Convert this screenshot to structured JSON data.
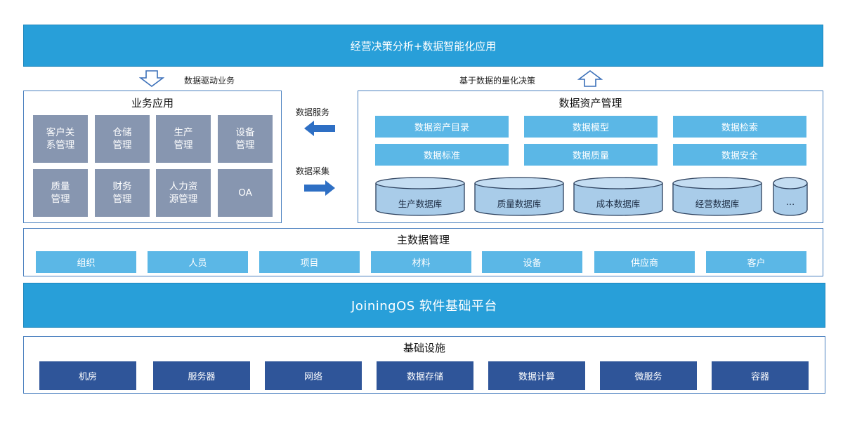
{
  "top_banner": "经营决策分析+数据智能化应用",
  "captions": {
    "data_driven": "数据驱动业务",
    "quant_decision": "基于数据的量化决策",
    "data_service": "数据服务",
    "data_collect": "数据采集"
  },
  "business_apps": {
    "title": "业务应用",
    "tiles": [
      "客户关\n系管理",
      "仓储\n管理",
      "生产\n管理",
      "设备\n管理",
      "质量\n管理",
      "财务\n管理",
      "人力资\n源管理",
      "OA"
    ]
  },
  "data_asset": {
    "title": "数据资产管理",
    "row1": [
      "数据资产目录",
      "数据模型",
      "数据检索"
    ],
    "row2": [
      "数据标准",
      "数据质量",
      "数据安全"
    ],
    "databases": [
      "生产数据库",
      "质量数据库",
      "成本数据库",
      "经营数据库",
      "…"
    ]
  },
  "master_data": {
    "title": "主数据管理",
    "items": [
      "组织",
      "人员",
      "项目",
      "材料",
      "设备",
      "供应商",
      "客户"
    ]
  },
  "platform_banner": "JoiningOS 软件基础平台",
  "infrastructure": {
    "title": "基础设施",
    "items": [
      "机房",
      "服务器",
      "网络",
      "数据存储",
      "数据计算",
      "微服务",
      "容器"
    ]
  },
  "colors": {
    "banner": "#289fd9",
    "panel_border": "#4a80bf",
    "grey_tile": "#8796b0",
    "light_blue": "#5bb7e6",
    "dark_blue": "#2f5599",
    "arrow": "#2e6fc4"
  }
}
